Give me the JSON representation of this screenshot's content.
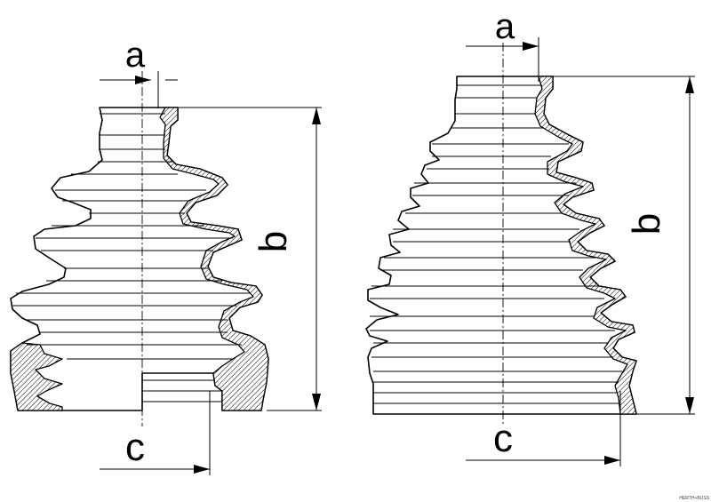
{
  "figure": {
    "drawings": [
      {
        "name": "boot-small",
        "labels": {
          "a": "a",
          "b": "b",
          "c": "c"
        }
      },
      {
        "name": "boot-large",
        "labels": {
          "a": "a",
          "b": "b",
          "c": "c"
        }
      }
    ],
    "reference_code": "HERTH+BUSS"
  }
}
